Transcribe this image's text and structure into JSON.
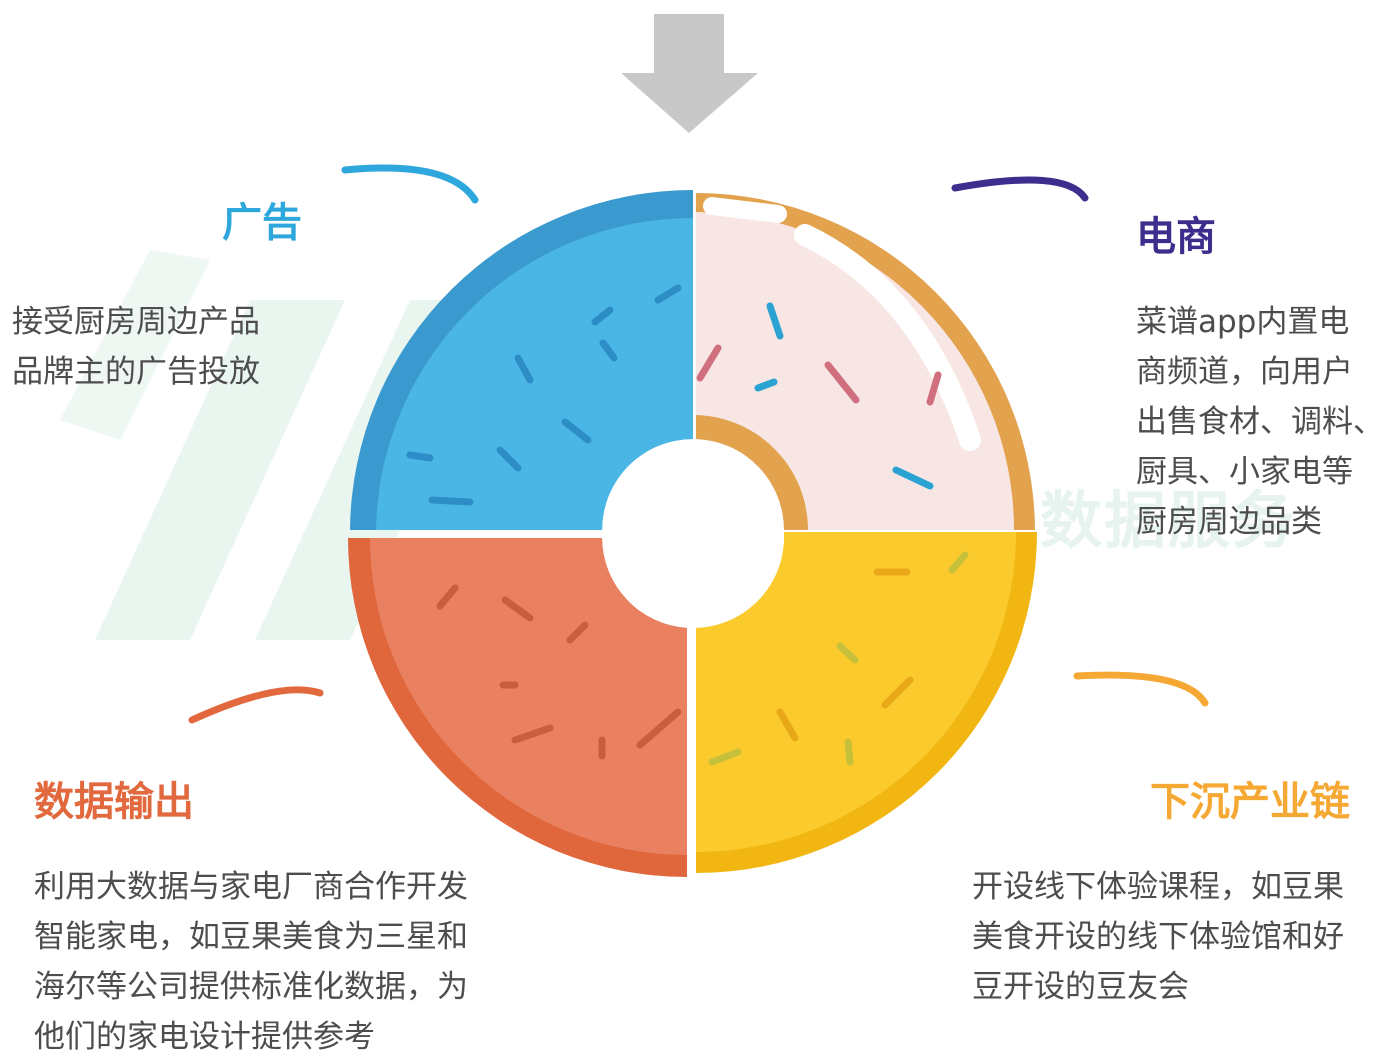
{
  "colors": {
    "ad": "#2ea8dc",
    "ecommerce": "#3f2d8e",
    "data": "#e2683e",
    "offline": "#f5a833",
    "arrow": "#c8c8c8"
  },
  "watermark": {
    "text": "数据服务"
  },
  "segments": {
    "ad": {
      "title": "广告",
      "desc": [
        "接受厨房周边产品",
        "品牌主的广告投放"
      ]
    },
    "ecommerce": {
      "title": "电商",
      "desc": [
        "菜谱app内置电",
        "商频道，向用户",
        "出售食材、调料、",
        "厨具、小家电等",
        "厨房周边品类"
      ]
    },
    "data_output": {
      "title": "数据输出",
      "desc": [
        "利用大数据与家电厂商合作开发",
        "智能家电，如豆果美食为三星和",
        "海尔等公司提供标准化数据，为",
        "他们的家电设计提供参考"
      ]
    },
    "offline": {
      "title": "下沉产业链",
      "desc": [
        "开设线下体验课程，如豆果",
        "美食开设的线下体验馆和好",
        "豆开设的豆友会"
      ]
    }
  }
}
